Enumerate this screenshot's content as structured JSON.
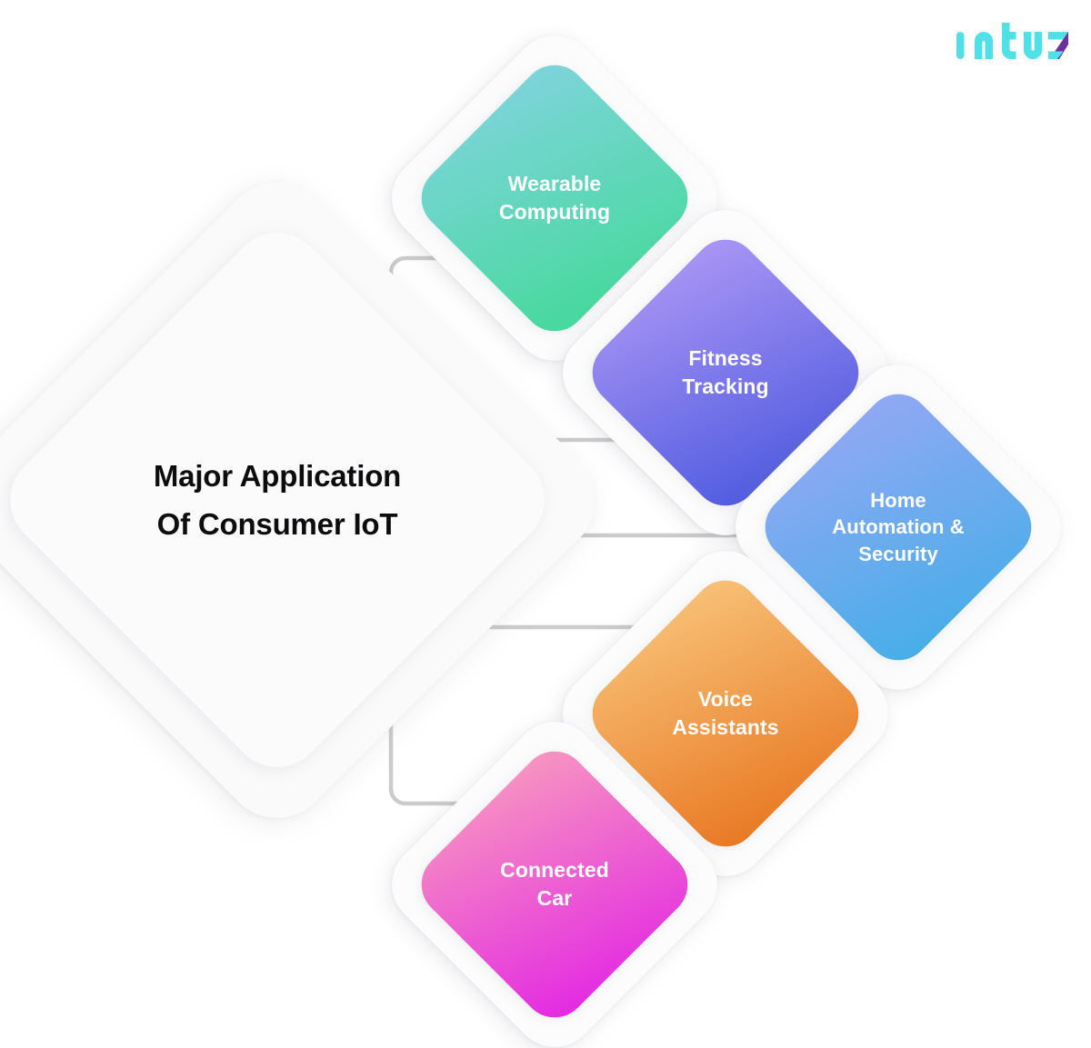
{
  "brand": {
    "name": "Intuz",
    "primary_color": "#4FE0E8",
    "accent_color": "#7B3FA0"
  },
  "diagram": {
    "type": "radial-mind-map",
    "background_color": "#ffffff",
    "connector_color": "#cccccc",
    "center": {
      "title_line1": "Major Application",
      "title_line2": "Of Consumer IoT",
      "text_color": "#0d0d0f",
      "fill_color": "#fbfbfc"
    },
    "branches": [
      {
        "id": "wearable-computing",
        "line1": "Wearable",
        "line2": "Computing",
        "line3": "",
        "gradient_from": "#7FD4DC",
        "gradient_to": "#45D99B"
      },
      {
        "id": "fitness-tracking",
        "line1": "Fitness",
        "line2": "Tracking",
        "line3": "",
        "gradient_from": "#AB96F5",
        "gradient_to": "#4F5BE0"
      },
      {
        "id": "home-automation-security",
        "line1": "Home",
        "line2": "Automation &",
        "line3": "Security",
        "gradient_from": "#93A8F4",
        "gradient_to": "#45AEE8"
      },
      {
        "id": "voice-assistants",
        "line1": "Voice",
        "line2": "Assistants",
        "line3": "",
        "gradient_from": "#F8C278",
        "gradient_to": "#E87722"
      },
      {
        "id": "connected-car",
        "line1": "Connected",
        "line2": "Car",
        "line3": "",
        "gradient_from": "#F797C0",
        "gradient_to": "#E327E3"
      }
    ]
  }
}
